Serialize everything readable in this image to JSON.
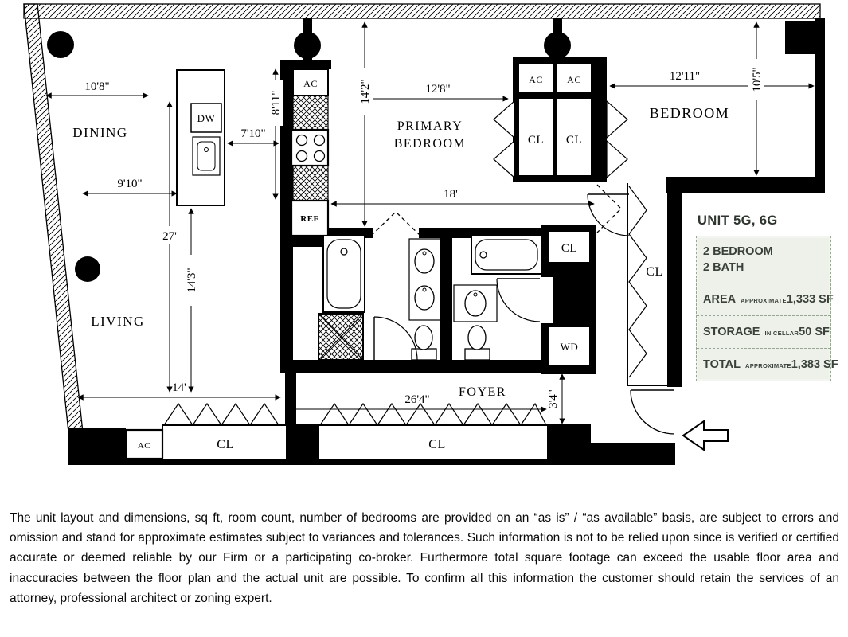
{
  "rooms": {
    "dining": "DINING",
    "living": "LIVING",
    "primary_line1": "PRIMARY",
    "primary_line2": "BEDROOM",
    "bedroom": "BEDROOM",
    "foyer": "FOYER"
  },
  "labels": {
    "ac": "AC",
    "cl": "CL",
    "dw": "DW",
    "ref": "REF",
    "wd": "WD"
  },
  "dimensions": {
    "dining_width": "10'8\"",
    "wall_to_island": "9'10\"",
    "living_length": "27'",
    "living_width": "14'3\"",
    "kitchen_run": "8'11\"",
    "island_gap": "7'10\"",
    "primary_depth": "14'2\"",
    "primary_width": "12'8\"",
    "interior_span": "18'",
    "bedroom_width": "12'11\"",
    "bedroom_depth": "10'5\"",
    "living_bottom": "14'",
    "foyer_span": "26'4\"",
    "entry_depth": "3'4\""
  },
  "info_box": {
    "title": "UNIT 5G, 6G",
    "bed_bath": [
      "2 BEDROOM",
      "2 BATH"
    ],
    "rows": [
      {
        "label": "AREA",
        "qualifier": "APPROXIMATE",
        "value": "1,333 SF"
      },
      {
        "label": "STORAGE",
        "qualifier": "IN CELLAR",
        "value": "50 SF"
      },
      {
        "label": "TOTAL",
        "qualifier": "APPROXIMATE",
        "value": "1,383 SF"
      }
    ]
  },
  "disclaimer": "The unit layout and dimensions, sq ft, room count, number of bedrooms are provided on an “as is” / “as available” basis, are subject to errors and omission and stand for approximate estimates subject to variances and tolerances. Such information is not to be relied upon since is verified or certified accurate or deemed reliable by our Firm or a participating co-broker. Furthermore total square footage can exceed the usable floor area and inaccuracies between the floor plan and the actual unit are possible. To confirm all this information the customer should retain the services of an attorney, professional architect or zoning expert."
}
